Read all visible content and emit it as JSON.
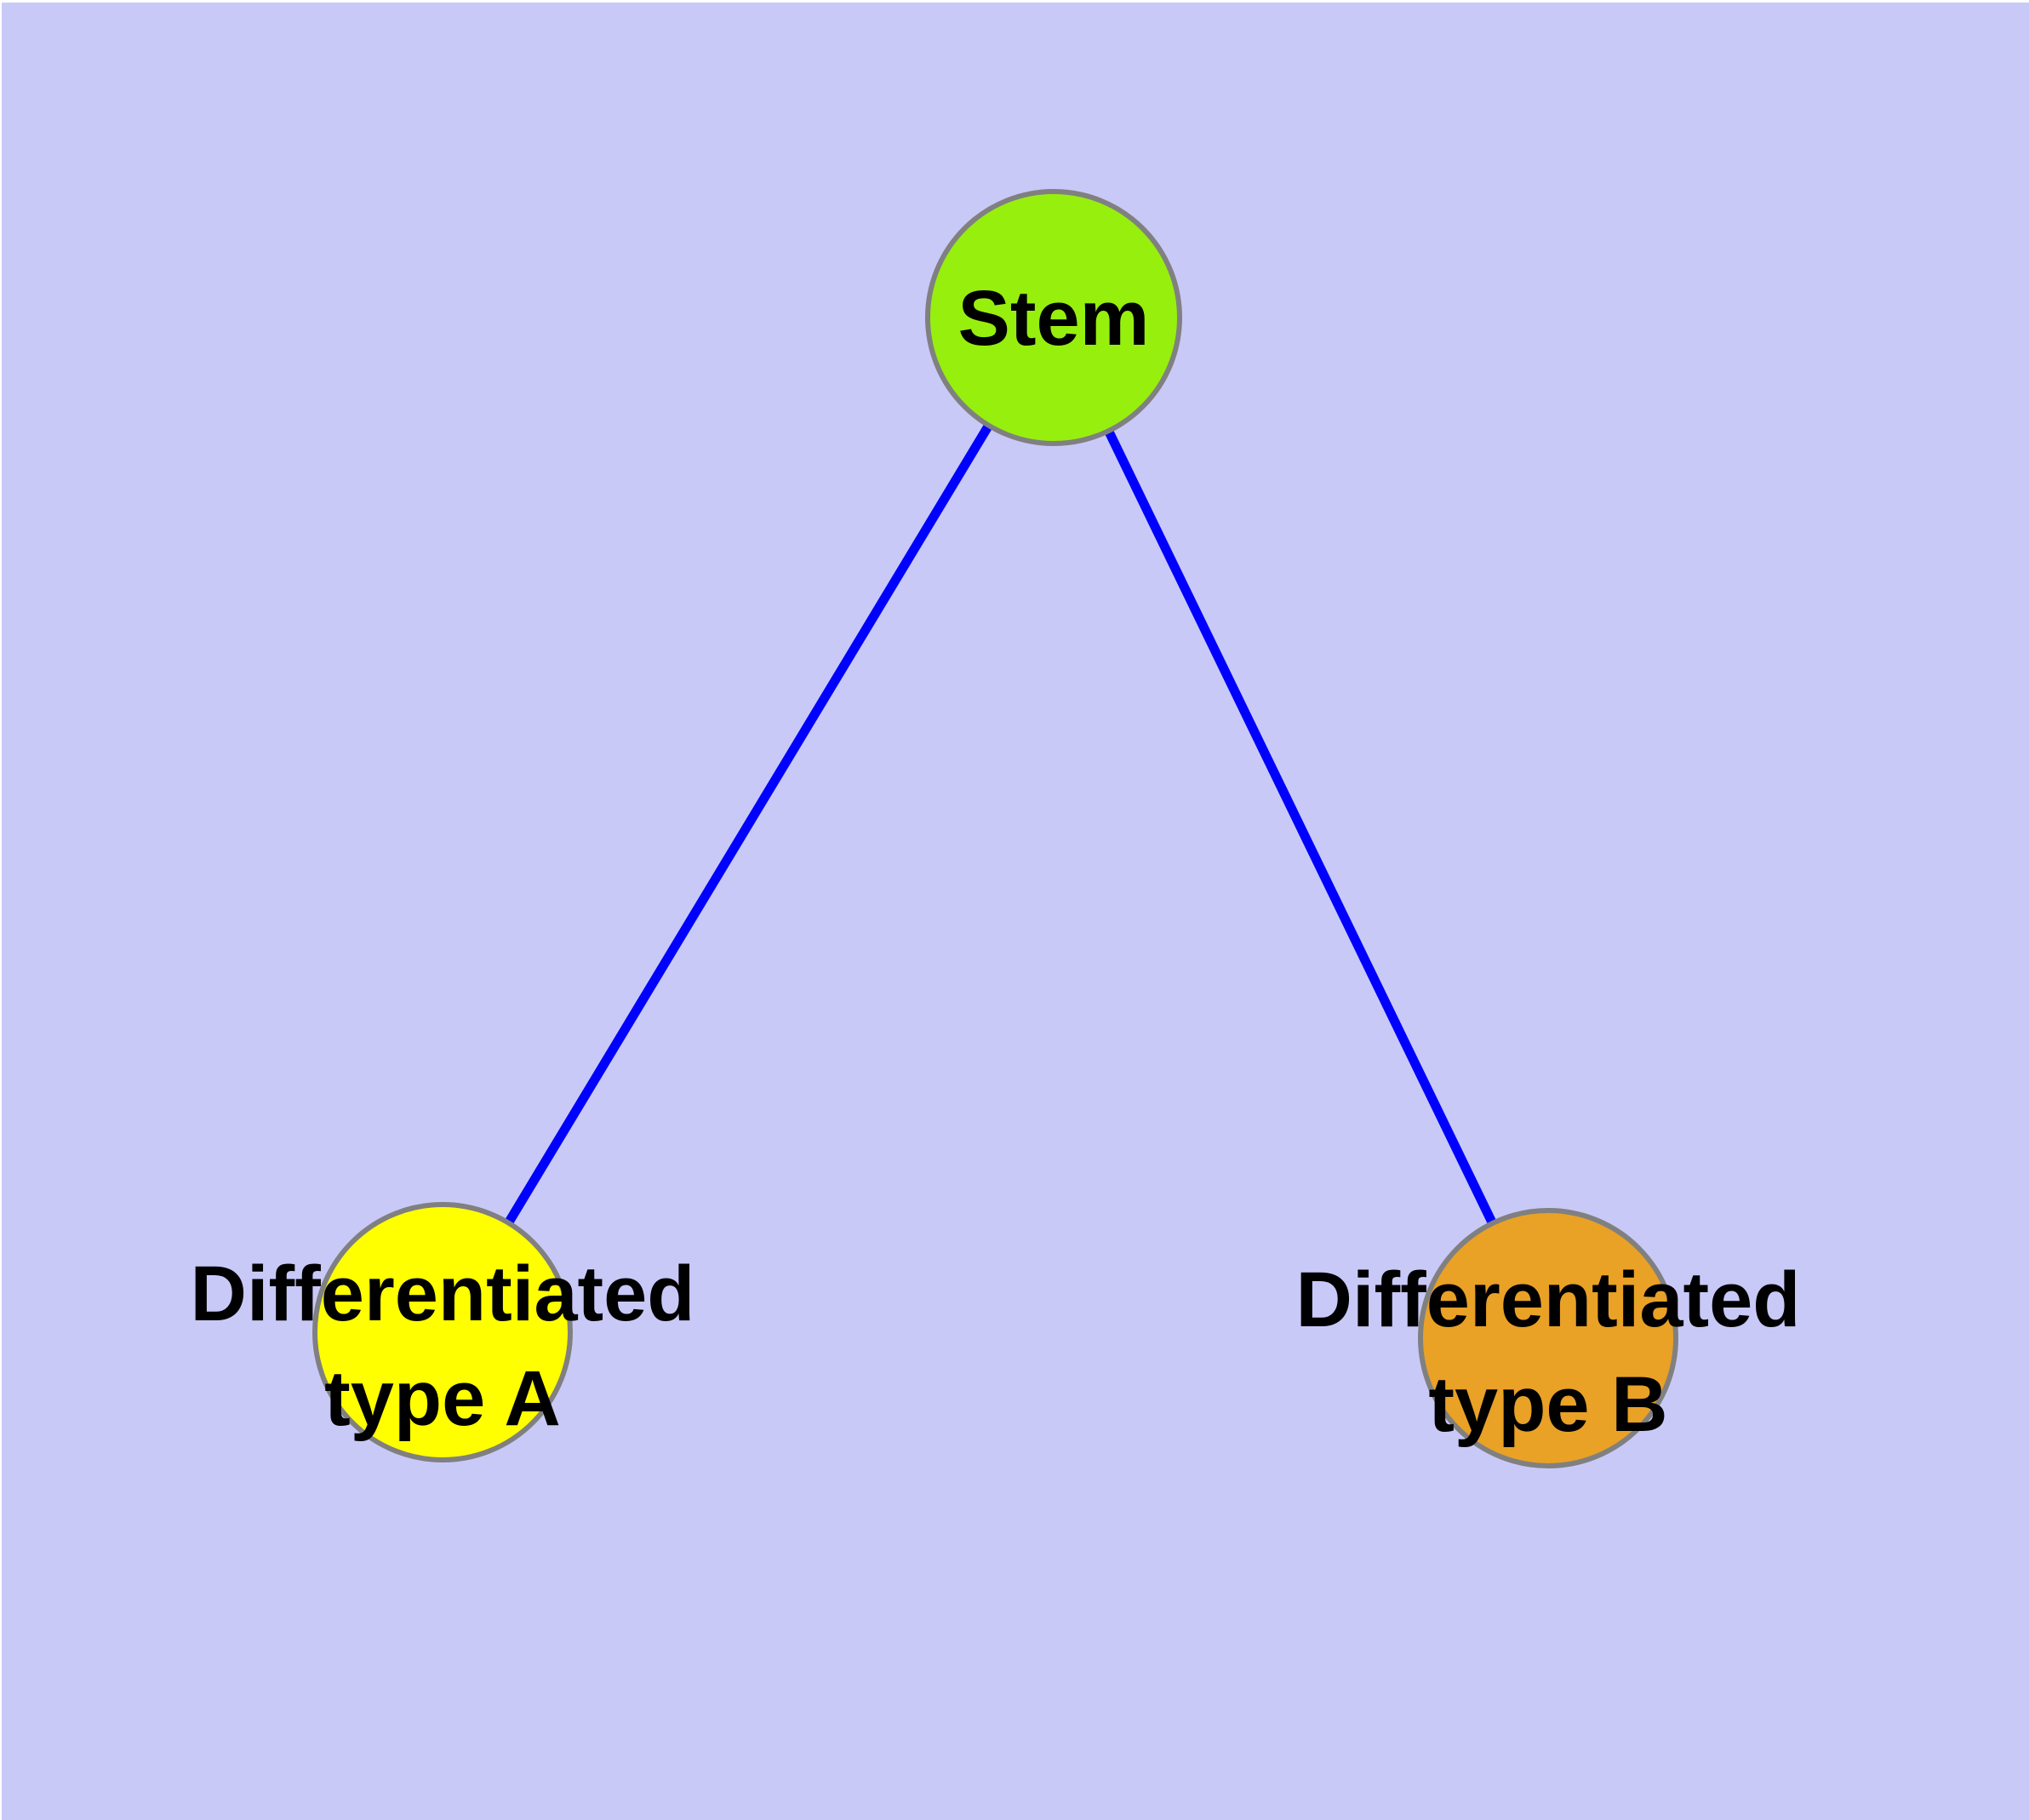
{
  "diagram": {
    "background_color": "#C9C9F8",
    "edge_color": "#0000FF",
    "node_border_color": "#808080",
    "label_color": "#000000",
    "nodes": {
      "stem": {
        "label": "Stem",
        "fill": "#97EF0E"
      },
      "type_a": {
        "label_line1": "Differentiated",
        "label_line2": "type A",
        "fill": "#FFFF00"
      },
      "type_b": {
        "label_line1": "Differentiated",
        "label_line2": "type B",
        "fill": "#E9A126"
      }
    },
    "edges": [
      {
        "from": "Stem",
        "to": "Differentiated type A"
      },
      {
        "from": "Stem",
        "to": "Differentiated type B"
      }
    ]
  }
}
